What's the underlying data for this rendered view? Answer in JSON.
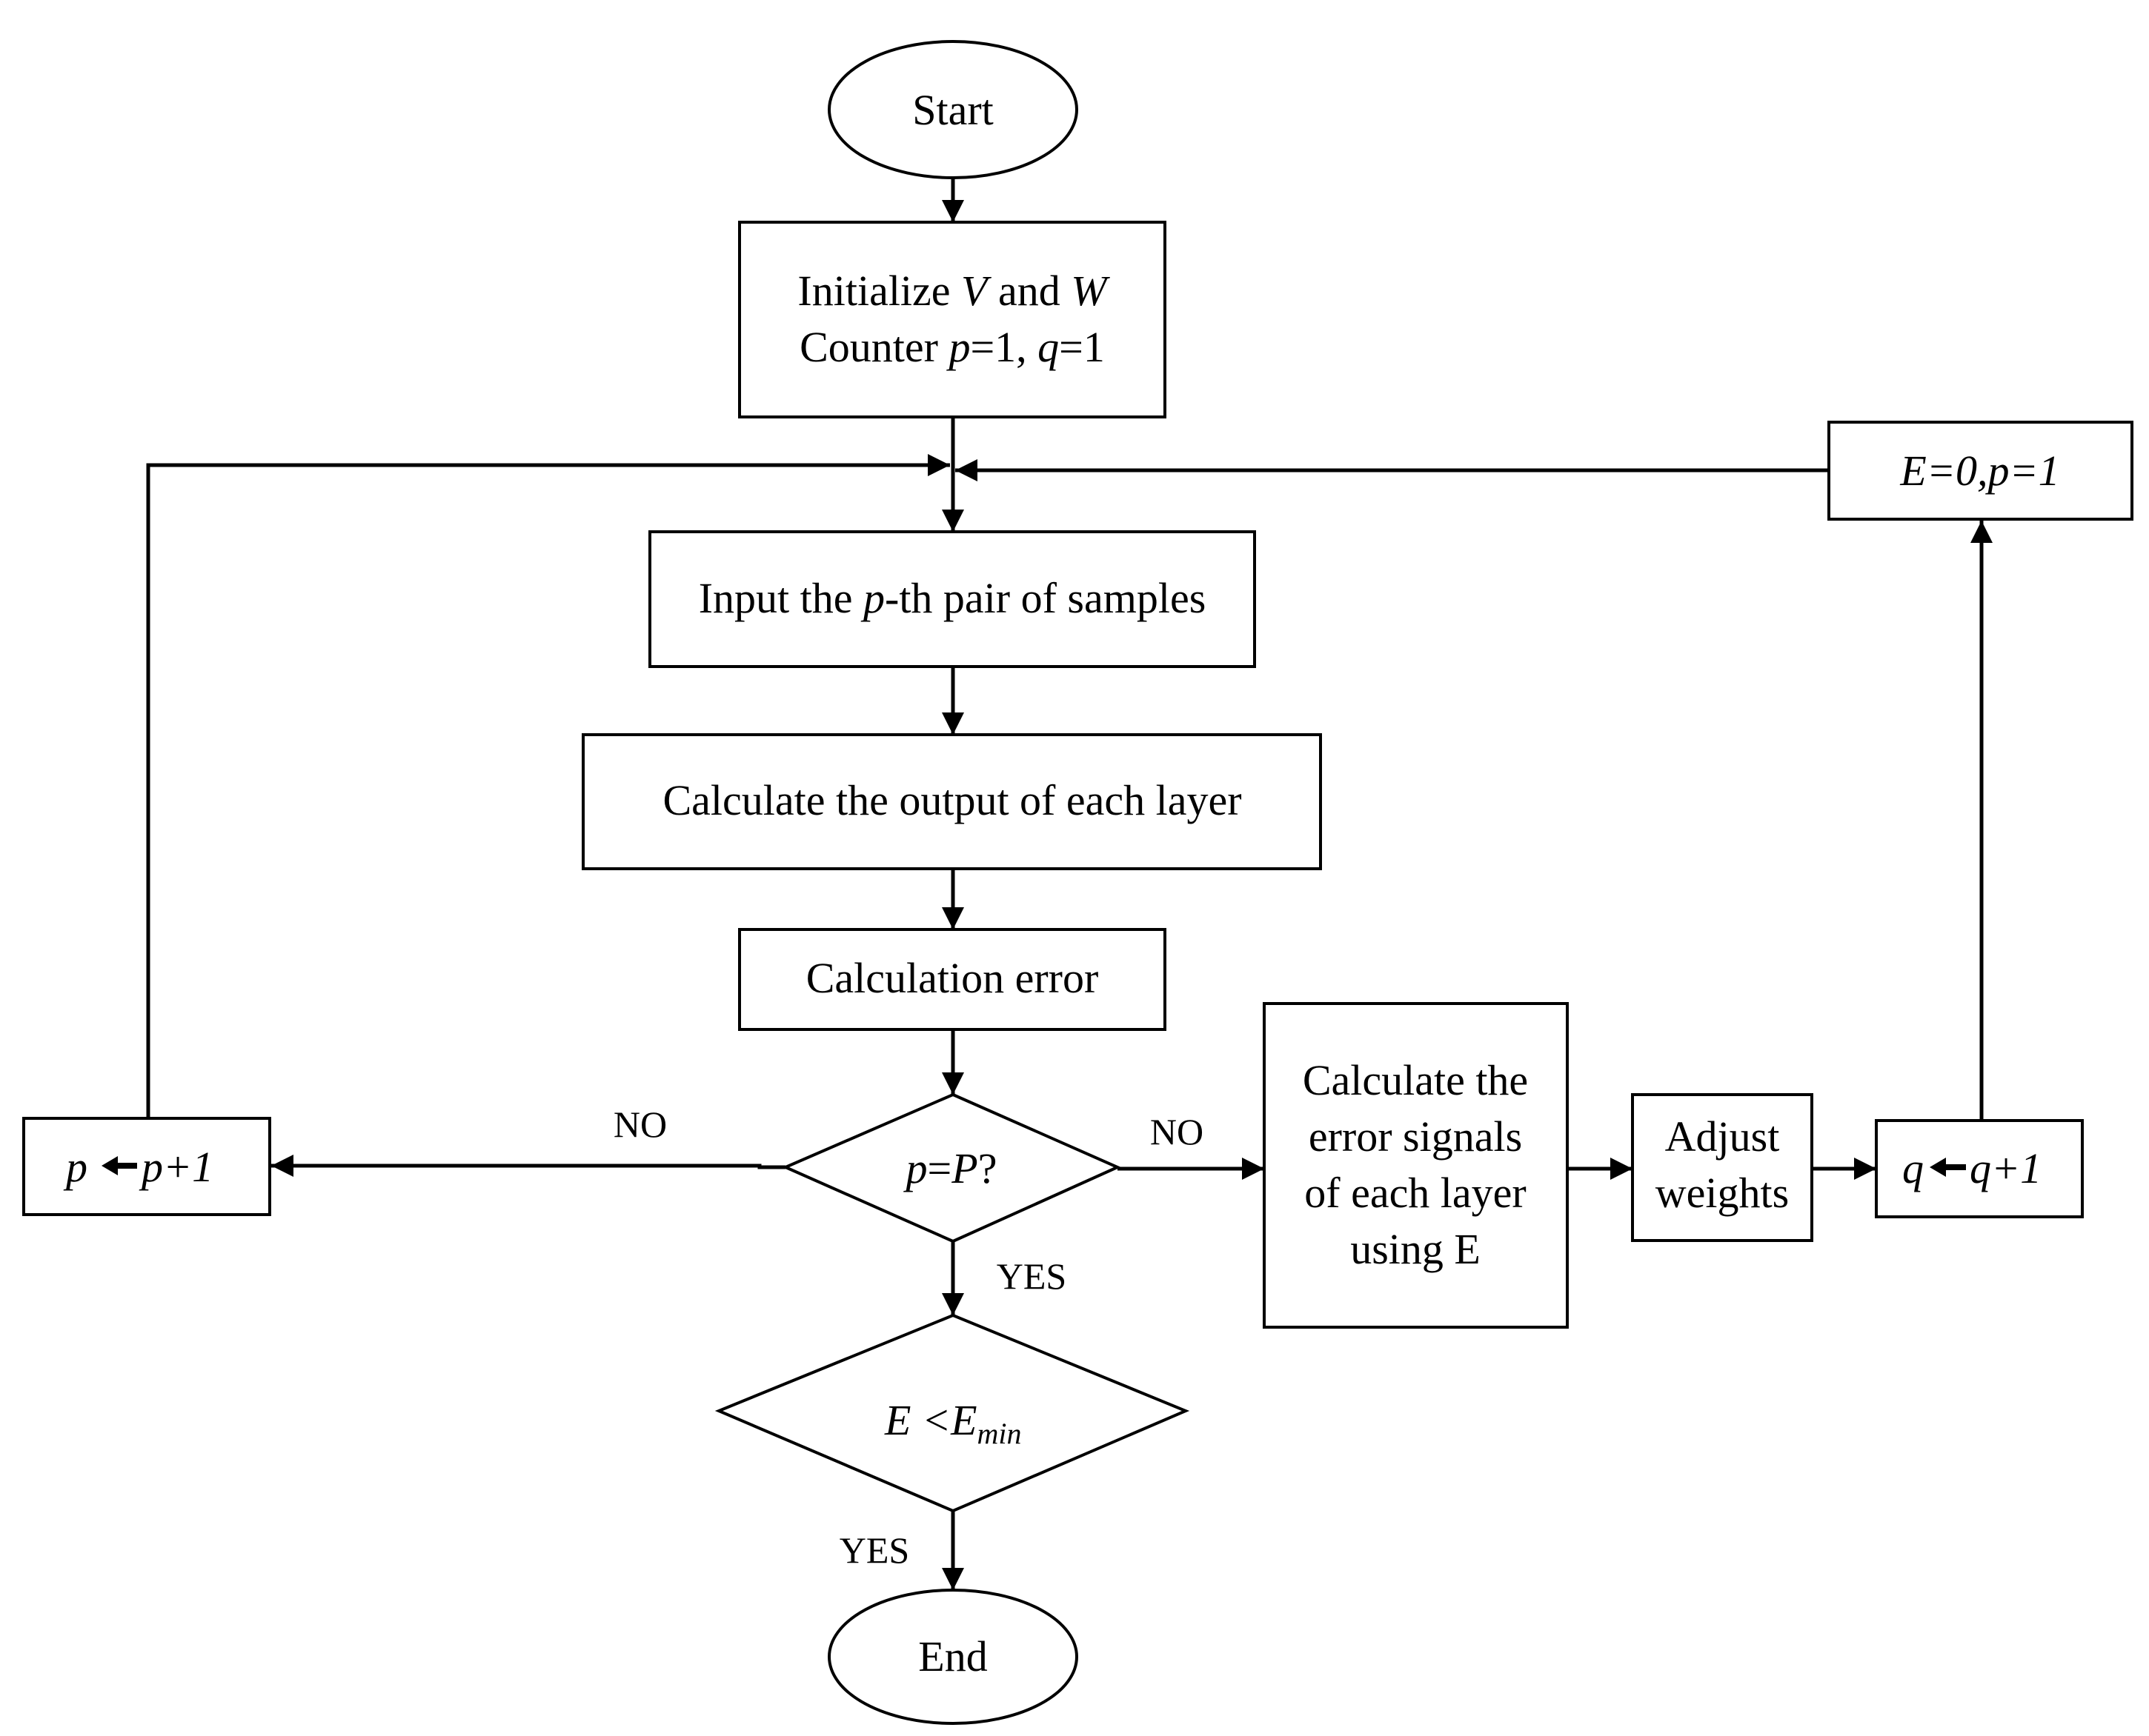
{
  "nodes": {
    "start": {
      "text": "Start"
    },
    "init": {
      "l1_a": "Initialize ",
      "l1_b": "V",
      "l1_c": " and ",
      "l1_d": "W",
      "l2_a": "Counter ",
      "l2_b": "p",
      "l2_c": "=1, ",
      "l2_d": "q",
      "l2_e": "=1"
    },
    "reset": {
      "text": "E=0,p=1"
    },
    "input": {
      "a": "Input the ",
      "b": "p",
      "c": "-th pair of samples"
    },
    "calc_output": {
      "text": "Calculate the output of each layer"
    },
    "calc_error": {
      "text": "Calculation error"
    },
    "decision_p": {
      "a": "p",
      "b": "=",
      "c": "P",
      "d": "?"
    },
    "p_incr": {
      "a": "p",
      "b": "p+1"
    },
    "error_signals": {
      "l1": "Calculate the",
      "l2": "error signals",
      "l3": "of each layer",
      "l4": "using E"
    },
    "adjust": {
      "l1": "Adjust",
      "l2": "weights"
    },
    "q_incr": {
      "a": "q",
      "b": "q+1"
    },
    "decision_e": {
      "a": "E <E",
      "sub": "min"
    },
    "end": {
      "text": "End"
    }
  },
  "edge_labels": {
    "no_left": "NO",
    "no_right": "NO",
    "yes_1": "YES",
    "yes_2": "YES"
  }
}
